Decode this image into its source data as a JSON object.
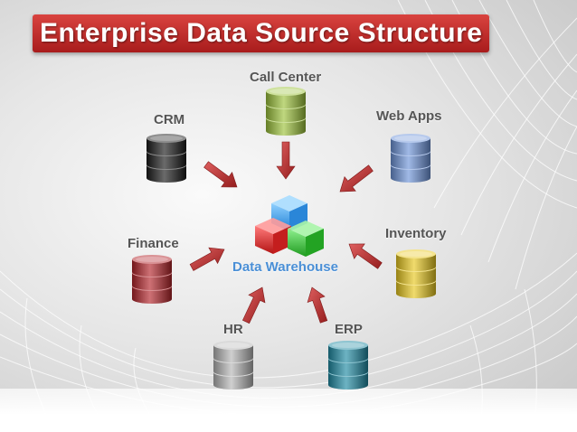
{
  "slide": {
    "title": "Enterprise Data Source Structure",
    "center": {
      "label": "Data Warehouse",
      "color": "#4a8fd6"
    },
    "sources": [
      {
        "id": "call-center",
        "label": "Call Center",
        "color": "#9cc23a"
      },
      {
        "id": "crm",
        "label": "CRM",
        "color": "#1a1a1a"
      },
      {
        "id": "web-apps",
        "label": "Web Apps",
        "color": "#6d93d8"
      },
      {
        "id": "inventory",
        "label": "Inventory",
        "color": "#e8c81e"
      },
      {
        "id": "finance",
        "label": "Finance",
        "color": "#b3242a"
      },
      {
        "id": "hr",
        "label": "HR",
        "color": "#b5b5b5"
      },
      {
        "id": "erp",
        "label": "ERP",
        "color": "#1e8aa3"
      }
    ],
    "arrow_color": "#d42a2a",
    "cube_colors": {
      "top": "#3aa0ea",
      "left": "#e63030",
      "right": "#3cc43c"
    }
  }
}
